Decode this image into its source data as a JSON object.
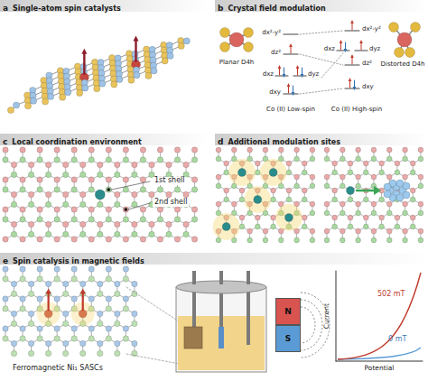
{
  "diagram": {
    "nodes": [
      {
        "text": [
          "a",
          "Single-atom spin catalysts"
        ]
      },
      {
        "text": [
          "b",
          "Crystal field modulation"
        ]
      },
      {
        "text": [
          "c",
          "Local coordination environment"
        ]
      },
      {
        "text": [
          "d",
          "Additional modulation sites"
        ]
      },
      {
        "text": [
          "e",
          "Spin catalysis in magnetic fields"
        ]
      },
      {
        "text": [
          "N"
        ]
      },
      {
        "text": [
          "S"
        ]
      }
    ],
    "labels": [
      "Planar D4h",
      "Distorted D4h",
      "dx²-y²",
      "dz²",
      "dxz",
      "dyz",
      "dxy",
      "dx²-y²",
      "dxz",
      "dyz",
      "dz²",
      "dxy",
      "Co (II) Low-spin",
      "Co (II) High-spin",
      "1st shell",
      "2nd shell",
      "Ferromagnetic Ni₁ SASCs",
      "502 mT",
      "0 mT",
      "Current",
      "Potential"
    ]
  }
}
